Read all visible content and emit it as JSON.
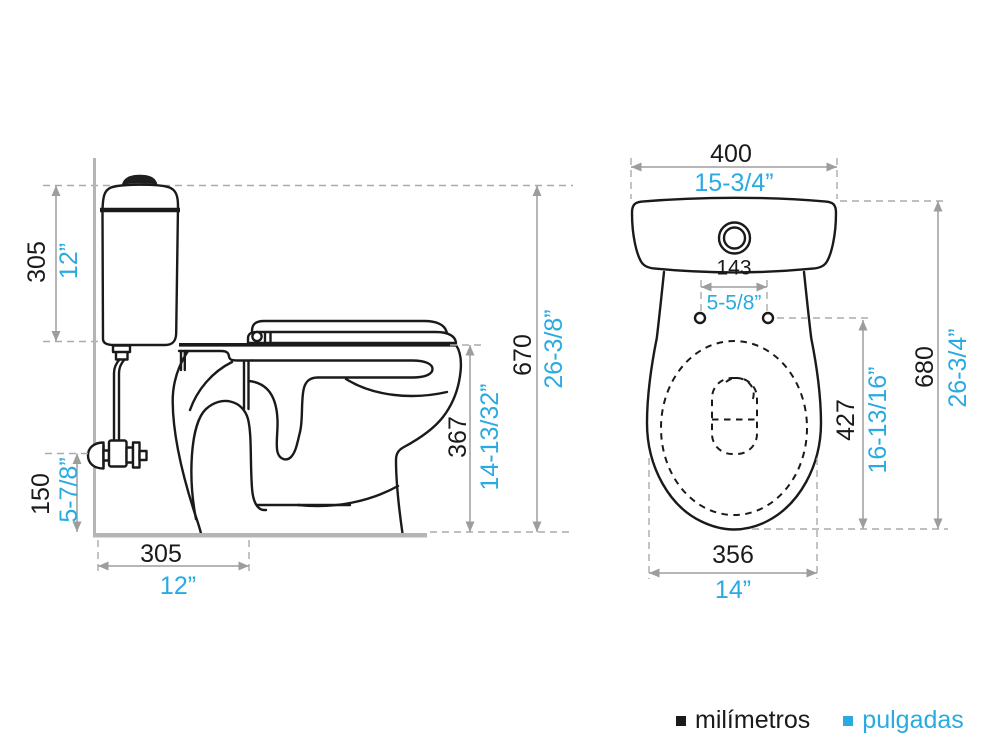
{
  "drawing": {
    "type": "toilet-dimension-diagram",
    "units_primary": "mm",
    "units_secondary": "inches"
  },
  "colors": {
    "mm_text": "#1a1a1a",
    "inches_text": "#29abe2",
    "dimension_lines": "#9d9d9d",
    "reference_dashes": "#ababab",
    "wall_floor": "#b5b5b5",
    "line_art": "#1a1a1a"
  },
  "side_view": {
    "tank_height": {
      "mm": "305",
      "in": "12”"
    },
    "total_height": {
      "mm": "670",
      "in": "26-3/8”"
    },
    "seat_height": {
      "mm": "367",
      "in": "14-13/32”"
    },
    "supply_height": {
      "mm": "150",
      "in": "5-7/8”"
    },
    "rough_in": {
      "mm": "305",
      "in": "12”"
    }
  },
  "top_view": {
    "tank_width": {
      "mm": "400",
      "in": "15-3/4”"
    },
    "bolt_spacing": {
      "mm": "143",
      "in": "5-5/8”"
    },
    "bowl_length": {
      "mm": "427",
      "in": "16-13/16”"
    },
    "total_depth": {
      "mm": "680",
      "in": "26-3/4”"
    },
    "base_width": {
      "mm": "356",
      "in": "14”"
    }
  },
  "legend": {
    "millimeters": "milímetros",
    "inches": "pulgadas"
  }
}
